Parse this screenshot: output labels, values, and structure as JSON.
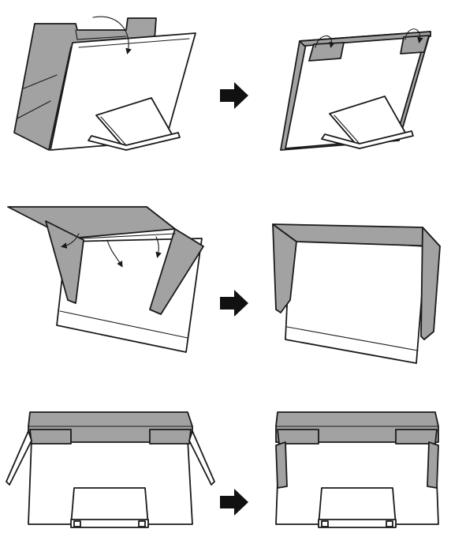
{
  "colors": {
    "line": "#1a1a1a",
    "hood_gray": "#a2a2a2",
    "screen_white": "#ffffff",
    "arrow_black": "#111111"
  },
  "steps": [
    {
      "id": "step-1",
      "description_icon": "hood-panel-behind-monitor"
    },
    {
      "id": "step-2",
      "description_icon": "tabs-hooked-on-monitor"
    },
    {
      "id": "step-3",
      "description_icon": "side-panels-folding"
    },
    {
      "id": "step-4",
      "description_icon": "hood-assembled"
    },
    {
      "id": "step-5",
      "description_icon": "side-panels-unfolded-back-view"
    },
    {
      "id": "step-6",
      "description_icon": "side-panels-attached-back-view"
    }
  ],
  "arrows": [
    "right-arrow-icon",
    "right-arrow-icon",
    "right-arrow-icon"
  ]
}
